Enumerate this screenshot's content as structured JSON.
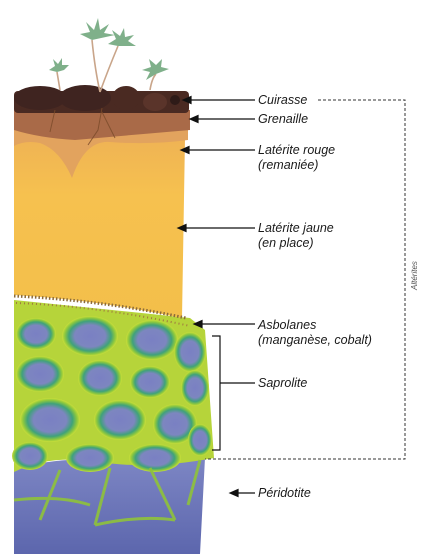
{
  "labels": {
    "cuirasse": "Cuirasse",
    "grenaille": "Grenaille",
    "laterite_rouge_1": "Latérite rouge",
    "laterite_rouge_2": "(remaniée)",
    "laterite_jaune_1": "Latérite jaune",
    "laterite_jaune_2": "(en place)",
    "asbolanes_1": "Asbolanes",
    "asbolanes_2": "(manganèse, cobalt)",
    "saprolite": "Saprolite",
    "peridotite": "Péridotite",
    "alterites": "Altérites"
  },
  "colors": {
    "cuirasse": "#4a2a22",
    "grenaille": "#a86a48",
    "laterite_rouge": "#e0a45e",
    "laterite_jaune": "#f3c14e",
    "asbolanes": "#8a6a3a",
    "saprolite_green": "#a9cf3a",
    "saprolite_blocks": "#7b84c0",
    "peridotite": "#6f77b6"
  }
}
